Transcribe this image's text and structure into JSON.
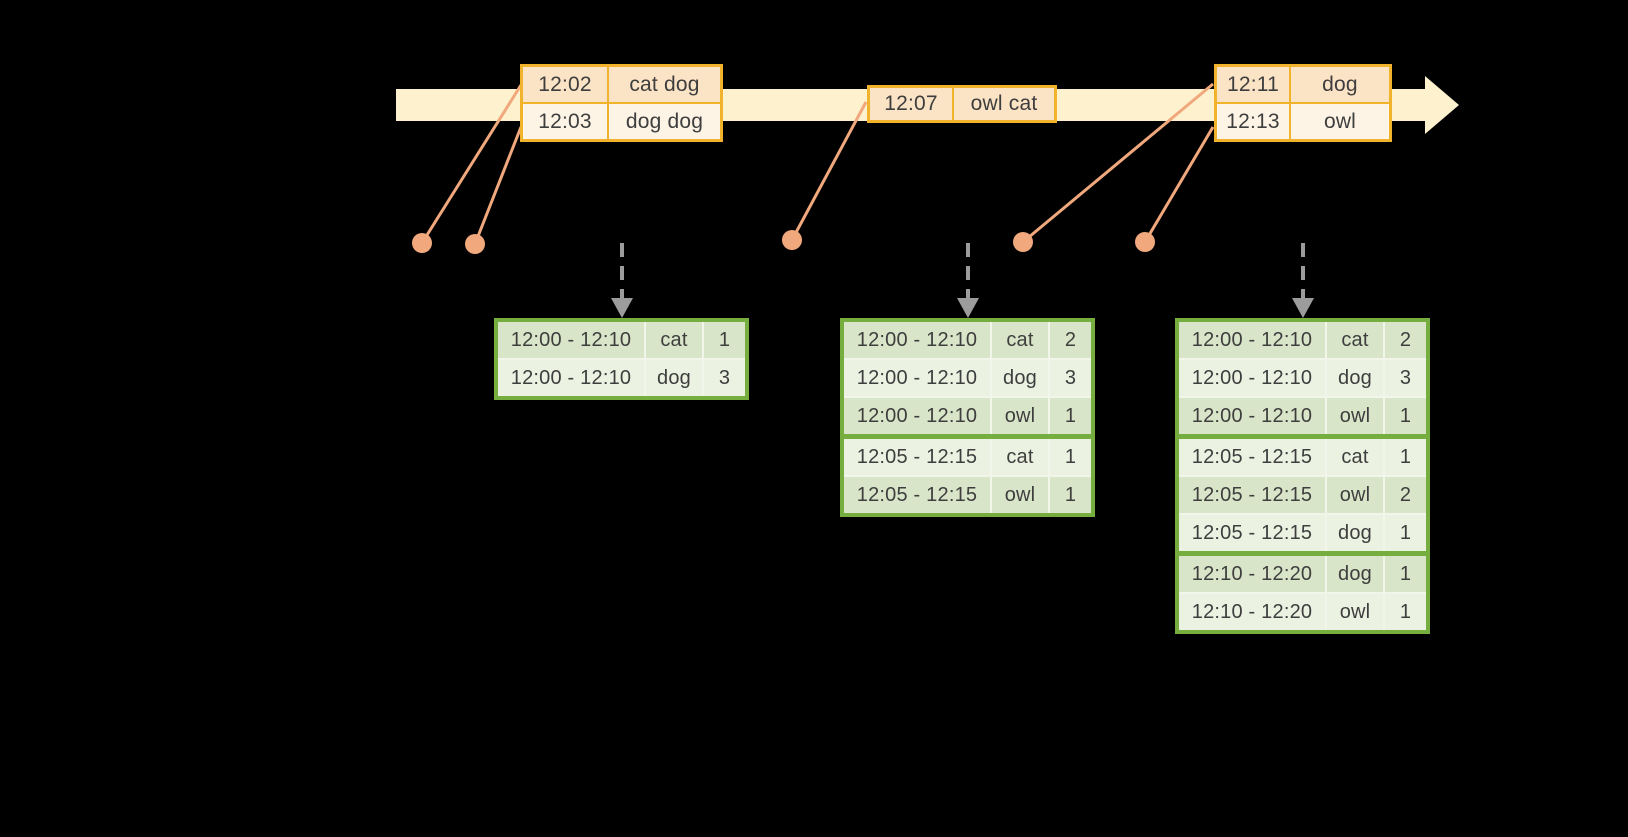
{
  "colors": {
    "background": "#000000",
    "timeline_band": "#fdf2cd",
    "event_table_border": "#f0b32b",
    "event_row_dark": "#fbe3c5",
    "event_row_light": "#fdf4e6",
    "result_table_border": "#76ad3f",
    "result_row_dark": "#d9e5c8",
    "result_row_light": "#ecf2e2",
    "connector_salmon": "#f0a87c",
    "trigger_arrow_gray": "#9c9c9c",
    "cell_text": "#3e3e3e"
  },
  "event_tables": [
    {
      "rows": [
        [
          "12:02",
          "cat dog"
        ],
        [
          "12:03",
          "dog dog"
        ]
      ]
    },
    {
      "rows": [
        [
          "12:07",
          "owl cat"
        ]
      ]
    },
    {
      "rows": [
        [
          "12:11",
          "dog"
        ],
        [
          "12:13",
          "owl"
        ]
      ]
    }
  ],
  "result_tables": [
    {
      "group_starts": [],
      "rows": [
        [
          "12:00 - 12:10",
          "cat",
          "1"
        ],
        [
          "12:00 - 12:10",
          "dog",
          "3"
        ]
      ]
    },
    {
      "group_starts": [
        3
      ],
      "rows": [
        [
          "12:00 - 12:10",
          "cat",
          "2"
        ],
        [
          "12:00 - 12:10",
          "dog",
          "3"
        ],
        [
          "12:00 - 12:10",
          "owl",
          "1"
        ],
        [
          "12:05 - 12:15",
          "cat",
          "1"
        ],
        [
          "12:05 - 12:15",
          "owl",
          "1"
        ]
      ]
    },
    {
      "group_starts": [
        3,
        6
      ],
      "rows": [
        [
          "12:00 - 12:10",
          "cat",
          "2"
        ],
        [
          "12:00 - 12:10",
          "dog",
          "3"
        ],
        [
          "12:00 - 12:10",
          "owl",
          "1"
        ],
        [
          "12:05 - 12:15",
          "cat",
          "1"
        ],
        [
          "12:05 - 12:15",
          "owl",
          "2"
        ],
        [
          "12:05 - 12:15",
          "dog",
          "1"
        ],
        [
          "12:10 - 12:20",
          "dog",
          "1"
        ],
        [
          "12:10 - 12:20",
          "owl",
          "1"
        ]
      ]
    }
  ]
}
